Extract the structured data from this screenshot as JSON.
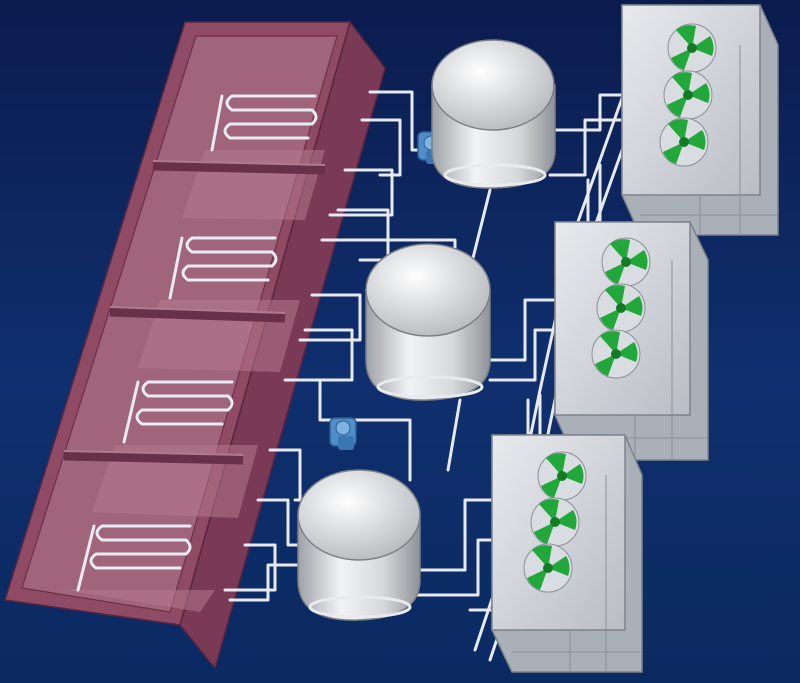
{
  "scene": {
    "kind": "3d-cad-render",
    "colors": {
      "background_top": "#0b1c4e",
      "background_bottom": "#0f2f6e",
      "tank": "#8e4b63",
      "tank_edge": "#6b3049",
      "pipe": "#e6e9ee",
      "vessel": "#d8d9dc",
      "pump": "#4f8ec7",
      "fan": "#22a83a",
      "condenser_frame": "#c9cdd3"
    },
    "icons": [
      "tank-icon",
      "coil-icon",
      "vessel-icon",
      "pump-icon",
      "condenser-unit-icon",
      "fan-icon"
    ],
    "components": {
      "tank_compartments": 4,
      "vessels": 3,
      "pumps": 2,
      "condenser_units": 3,
      "fans_per_unit": 3
    }
  }
}
